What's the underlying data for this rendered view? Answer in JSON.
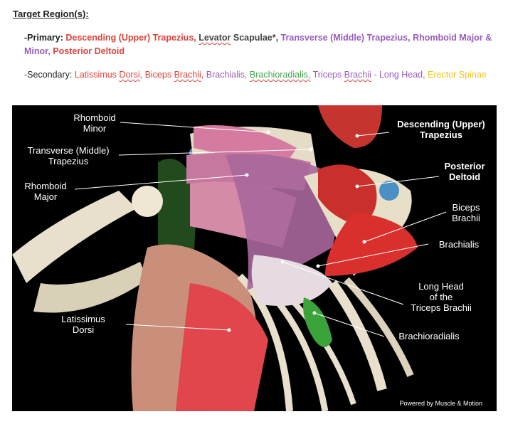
{
  "heading": "Target Region(s):",
  "primary": {
    "label": "-Primary:",
    "item1": "Descending (Upper) Trapezius,",
    "item2a": "Levator",
    "item2b": " Scapulae*,",
    "item3": "Transverse (Middle) Trapezius,",
    "item4": "Rhomboid Major & Minor,",
    "item5": "Posterior Deltoid"
  },
  "secondary": {
    "label": "-Secondary:",
    "item1a": "Latissimus ",
    "item1b": "Dorsi",
    "item1c": ",",
    "item2a": "Biceps ",
    "item2b": "Brachii",
    "item2c": ",",
    "item3": "Brachialis,",
    "item4": "Brachioradialis,",
    "item5a": "Triceps ",
    "item5b": "Brachii",
    "item5c": " - Long Head,",
    "item6": "Erector Spinae"
  },
  "figure": {
    "labels": {
      "rhomboid_minor": "Rhomboid\nMinor",
      "transverse_trap": "Transverse (Middle)\nTrapezius",
      "rhomboid_major": "Rhomboid\nMajor",
      "latissimus": "Latissimus\nDorsi",
      "descending_trap": "Descending (Upper)\nTrapezius",
      "posterior_deltoid": "Posterior\nDeltoid",
      "biceps": "Biceps\nBrachii",
      "brachialis": "Brachialis",
      "triceps": "Long Head\nof the\nTriceps Brachii",
      "brachioradialis": "Brachioradialis"
    },
    "credit": "Powered by Muscle & Motion"
  },
  "colors": {
    "red": "#e0433a",
    "purple": "#9a5cc0",
    "green": "#3fa64c",
    "yellow": "#f0c419"
  }
}
